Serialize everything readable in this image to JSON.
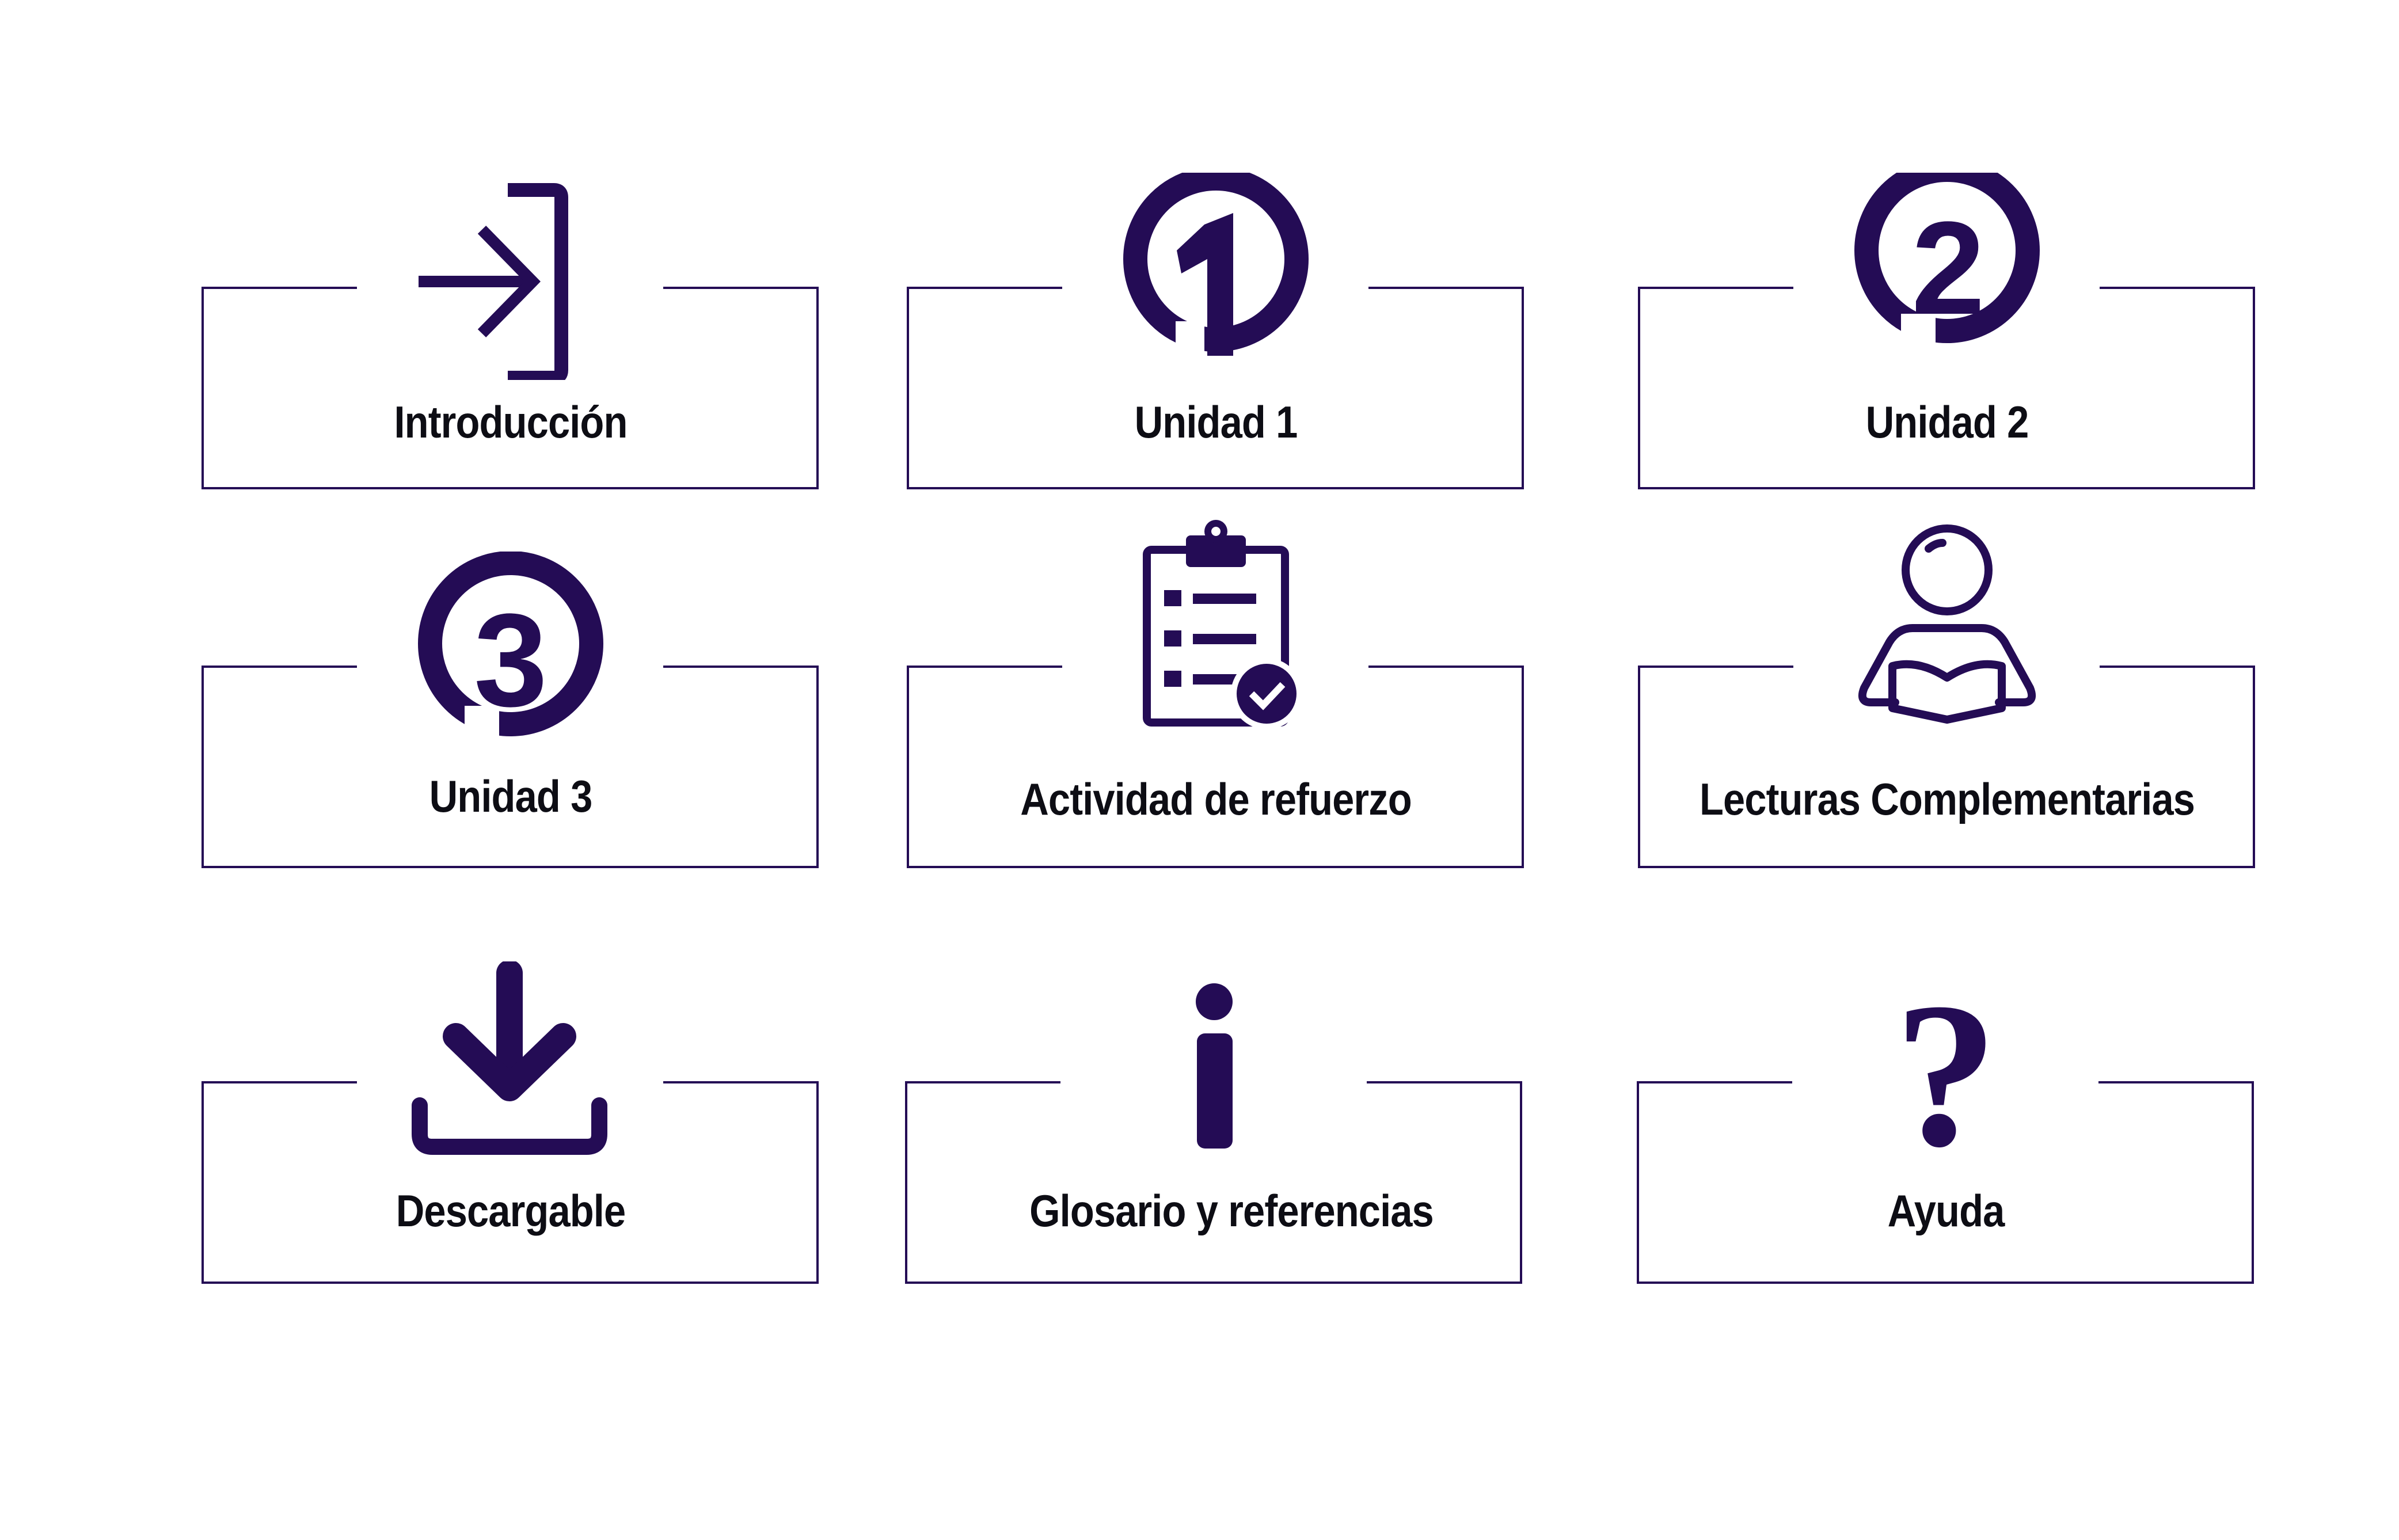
{
  "colors": {
    "accent": "#240c55",
    "text": "#0d0d14",
    "background": "#ffffff"
  },
  "menu": {
    "items": [
      {
        "label": "Introducción",
        "icon": "enter-door-icon"
      },
      {
        "label": "Unidad 1",
        "icon": "unit-1-circle-icon"
      },
      {
        "label": "Unidad 2",
        "icon": "unit-2-circle-icon"
      },
      {
        "label": "Unidad 3",
        "icon": "unit-3-circle-icon"
      },
      {
        "label": "Actividad de refuerzo",
        "icon": "clipboard-check-icon"
      },
      {
        "label": "Lecturas Complementarias",
        "icon": "person-reading-icon"
      },
      {
        "label": "Descargable",
        "icon": "download-icon"
      },
      {
        "label": "Glosario y referencias",
        "icon": "info-icon"
      },
      {
        "label": "Ayuda",
        "icon": "question-mark-icon"
      }
    ]
  }
}
